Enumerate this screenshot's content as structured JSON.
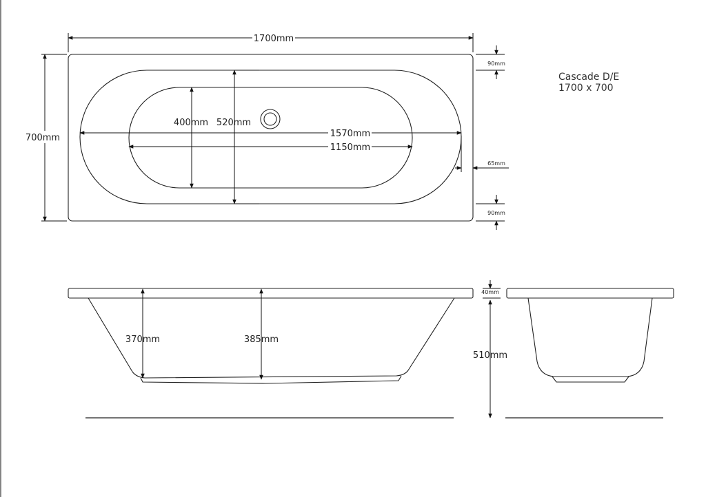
{
  "title": {
    "name": "Cascade D/E",
    "size": "1700 x 700"
  },
  "plan": {
    "overall_length": "1700mm",
    "overall_width": "700mm",
    "inner_width_small": "400mm",
    "inner_width_large": "520mm",
    "outer_bowl_length": "1570mm",
    "inner_bowl_length": "1150mm",
    "rim_top": "90mm",
    "rim_bottom": "90mm",
    "rim_side": "65mm"
  },
  "side_view": {
    "depth_end": "370mm",
    "depth_middle": "385mm"
  },
  "end_view": {
    "rim_thickness": "40mm",
    "overall_height": "510mm"
  }
}
